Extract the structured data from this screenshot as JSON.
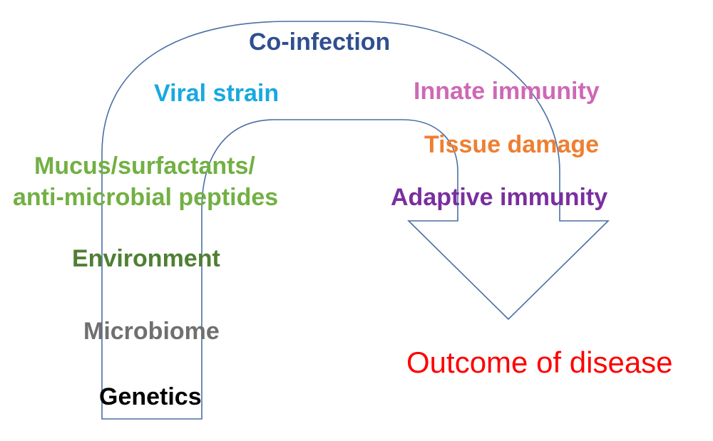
{
  "colors": {
    "arrow_stroke": "#4a6fa5",
    "co_infection": "#2f4f8f",
    "viral_strain": "#17a9e0",
    "mucus": "#72b043",
    "environment": "#4f7f33",
    "microbiome": "#6f6f6f",
    "genetics": "#000000",
    "innate_immunity": "#cf68b4",
    "tissue_damage": "#ee7f32",
    "adaptive_immunity": "#7a2ea0",
    "outcome": "#ff0000"
  },
  "labels": {
    "co_infection": "Co-infection",
    "viral_strain": "Viral strain",
    "mucus_line1": "Mucus/surfactants/",
    "mucus_line2": "anti-microbial peptides",
    "environment": "Environment",
    "microbiome": "Microbiome",
    "genetics": "Genetics",
    "innate_immunity": "Innate immunity",
    "tissue_damage": "Tissue damage",
    "adaptive_immunity": "Adaptive immunity",
    "outcome": "Outcome of disease"
  }
}
